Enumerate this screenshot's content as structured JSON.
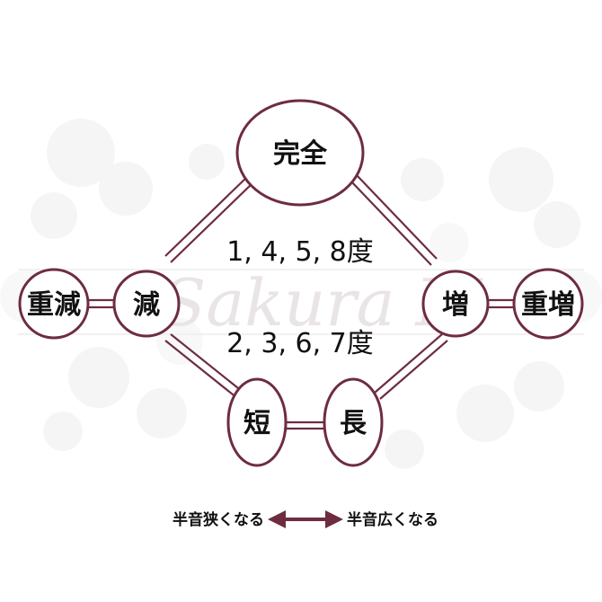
{
  "watermark": {
    "text": "Sakura M"
  },
  "nodes": {
    "perfect": "完全",
    "diminished": "減",
    "double_diminished": "重減",
    "augmented": "増",
    "double_augmented": "重増",
    "minor": "短",
    "major": "長"
  },
  "groups": {
    "perfect_degrees": "1, 4, 5, 8度",
    "imperfect_degrees": "2, 3, 6, 7度"
  },
  "legend": {
    "narrower": "半音狭くなる",
    "wider": "半音広くなる"
  },
  "colors": {
    "accent": "#6e2c40",
    "text": "#111111",
    "watermark": "#e9e4e6"
  }
}
